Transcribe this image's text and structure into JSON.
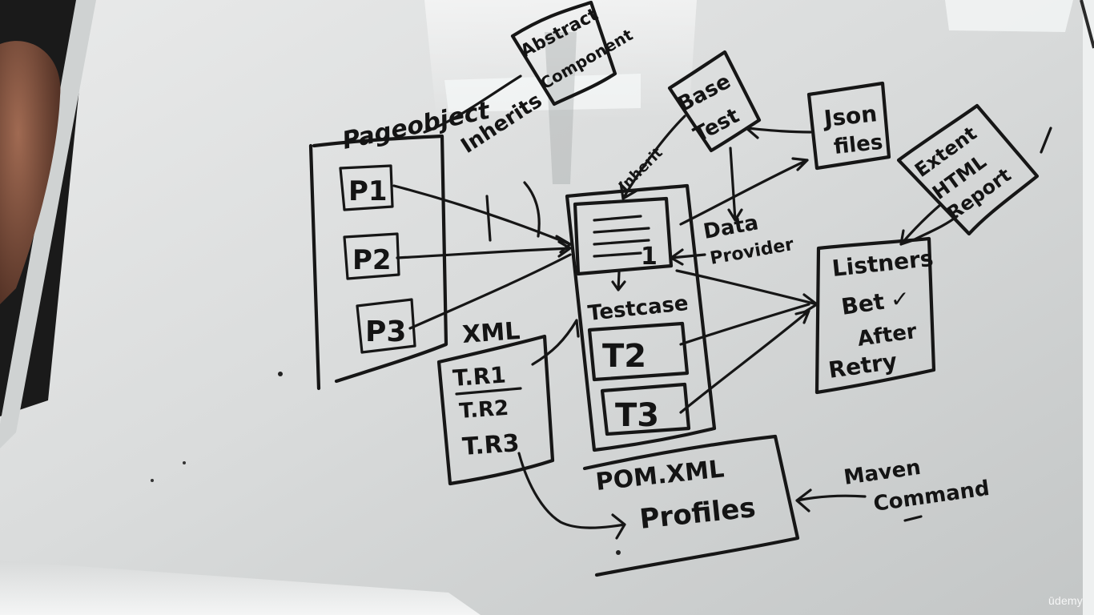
{
  "watermark": "ūdemy",
  "diagram": {
    "page_objects": {
      "label": "Pageobject",
      "items": [
        "P1",
        "P2",
        "P3"
      ]
    },
    "abstract_component": {
      "line1": "Abstract",
      "line2": "Component"
    },
    "inherits_label": "Inherits",
    "base_test": {
      "line1": "Base",
      "line2": "Test"
    },
    "inherit_label": "Inherit",
    "json_files": {
      "line1": "Json",
      "line2": "files"
    },
    "extent_report": {
      "line1": "Extent",
      "line2": "HTML",
      "line3": "Report"
    },
    "data_provider": {
      "line1": "Data",
      "line2": "Provider"
    },
    "testcase": {
      "label": "Testcase",
      "marker": "1",
      "items": [
        "T2",
        "T3"
      ]
    },
    "listeners": {
      "line1": "Listners",
      "line2": "Bet",
      "line3": "After",
      "line4": "Retry",
      "check": "✓"
    },
    "xml": {
      "label": "XML",
      "items": [
        "T.R1",
        "T.R2",
        "T.R3"
      ]
    },
    "pom": {
      "line1": "POM.XML",
      "line2": "Profiles"
    },
    "maven": {
      "line1": "Maven",
      "line2": "Command"
    }
  }
}
